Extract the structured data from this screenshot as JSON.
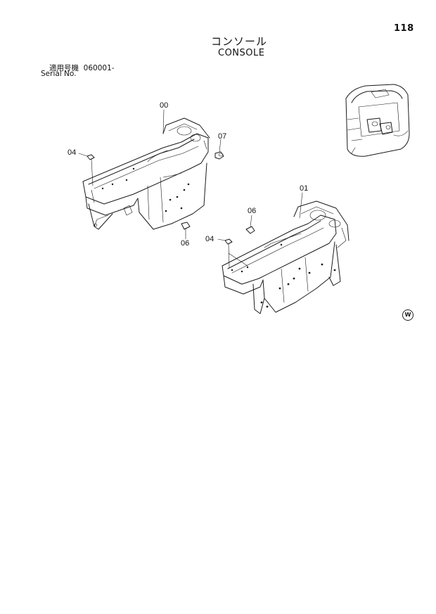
{
  "header": {
    "page_number": "118",
    "title_jp": "コンソール",
    "title_en": "CONSOLE",
    "serial_label_jp": "適用号機  060001-",
    "serial_label_en": "Serial No."
  },
  "callouts": {
    "c00": "00",
    "c07": "07",
    "c04a": "04",
    "c06a": "06",
    "c01": "01",
    "c06b": "06",
    "c04b": "04"
  },
  "stamp": {
    "text": "W"
  },
  "figures": {
    "console_00": "console-assembly",
    "console_01": "console-assembly",
    "inset": "cab-location"
  }
}
